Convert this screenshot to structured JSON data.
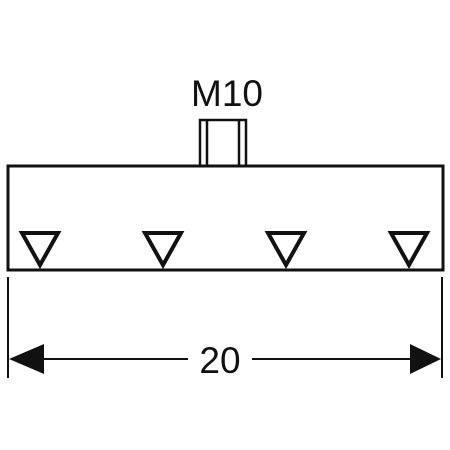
{
  "labels": {
    "thread": "M10",
    "width": "20"
  },
  "colors": {
    "line": "#111111",
    "background": "#ffffff"
  },
  "features": {
    "triangle_markers": 4
  }
}
